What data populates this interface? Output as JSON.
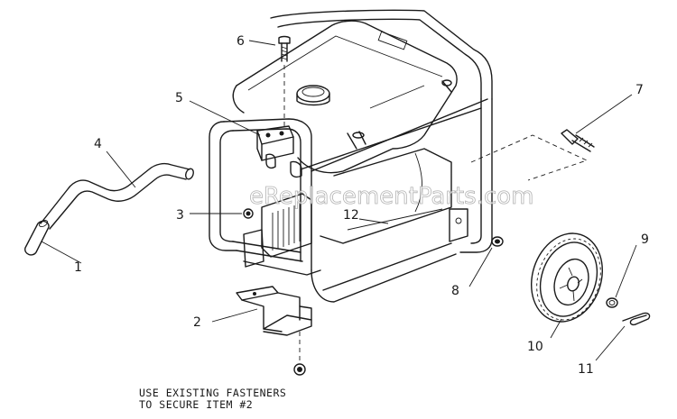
{
  "watermark": "eReplacementParts.com",
  "callouts": {
    "c1": "1",
    "c2": "2",
    "c3": "3",
    "c4": "4",
    "c5": "5",
    "c6": "6",
    "c7": "7",
    "c8": "8",
    "c9": "9",
    "c10": "10",
    "c11": "11",
    "c12": "12"
  },
  "note": {
    "line1": "USE EXISTING FASTENERS",
    "line2": "TO SECURE ITEM #2"
  }
}
